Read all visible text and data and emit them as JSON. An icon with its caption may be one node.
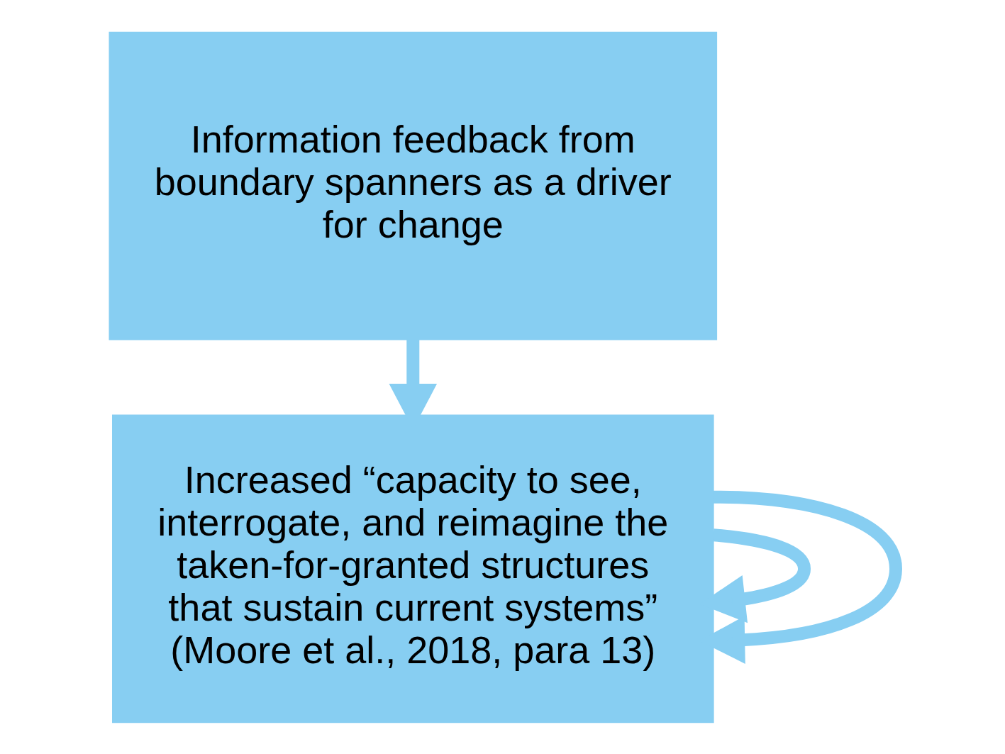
{
  "diagram": {
    "nodes": [
      {
        "text": [
          "Information feedback from boundary spanners as a driver for change"
        ]
      },
      {
        "text": [
          "Increased “capacity to see, interrogate, and reimagine the taken-for-granted structures that sustain current systems” (Moore et al., 2018, para 13)"
        ]
      }
    ],
    "edges": [
      {
        "from": 0,
        "to": 1,
        "arrow": "to"
      },
      {
        "from": 1,
        "to": 1,
        "arrow": "to"
      },
      {
        "from": 1,
        "to": 1,
        "arrow": "to"
      }
    ]
  }
}
